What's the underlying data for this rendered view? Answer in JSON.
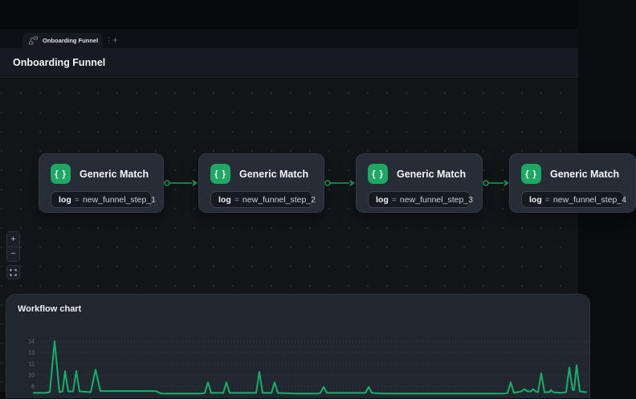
{
  "tab_bar": {
    "tabs": [
      {
        "label": "Onboarding Funnel",
        "icon": "workflow-icon",
        "menu_icon": "kebab-menu-icon",
        "menu_glyph": "⋮"
      }
    ],
    "new_tab_label": "+"
  },
  "header": {
    "title": "Onboarding Funnel"
  },
  "canvas": {
    "nodes": [
      {
        "title": "Generic Match",
        "icon": "braces-icon",
        "icon_glyph": "{ }",
        "param": {
          "key": "log",
          "op": "=",
          "value": "new_funnel_step_1"
        }
      },
      {
        "title": "Generic Match",
        "icon": "braces-icon",
        "icon_glyph": "{ }",
        "param": {
          "key": "log",
          "op": "=",
          "value": "new_funnel_step_2"
        }
      },
      {
        "title": "Generic Match",
        "icon": "braces-icon",
        "icon_glyph": "{ }",
        "param": {
          "key": "log",
          "op": "=",
          "value": "new_funnel_step_3"
        }
      },
      {
        "title": "Generic Match",
        "icon": "braces-icon",
        "icon_glyph": "{ }",
        "param": {
          "key": "log",
          "op": "=",
          "value": "new_funnel_step_4"
        }
      }
    ],
    "zoom_controls": {
      "zoom_in": "+",
      "zoom_out": "−",
      "fit_view_icon": "fit-view-icon"
    },
    "edge_color": "#1fa863"
  },
  "chart_panel": {
    "title": "Workflow chart",
    "chart_data": {
      "type": "line",
      "title": "Workflow chart",
      "line_color": "#17b06b",
      "grid_color": "#3a424d",
      "tick_label_color": "#6c7682",
      "grid": true,
      "legend": false,
      "y_ticks": [
        {
          "label": "14",
          "value": 14,
          "y": 58
        },
        {
          "label": "13",
          "value": 12.5,
          "y": 72
        },
        {
          "label": "11",
          "value": 11,
          "y": 86
        },
        {
          "label": "10",
          "value": 9.5,
          "y": 100
        },
        {
          "label": "8",
          "value": 8,
          "y": 114
        }
      ],
      "ylim_visible": [
        7.1,
        14
      ],
      "points": [
        [
          34,
          7.1
        ],
        [
          48,
          7.1
        ],
        [
          54,
          7.2
        ],
        [
          60,
          14
        ],
        [
          66,
          7.2
        ],
        [
          70,
          7.3
        ],
        [
          73,
          10
        ],
        [
          77,
          7.3
        ],
        [
          83,
          7.3
        ],
        [
          87,
          10
        ],
        [
          91,
          7.3
        ],
        [
          105,
          7.2
        ],
        [
          111,
          10.2
        ],
        [
          117,
          7.35
        ],
        [
          124,
          7.35
        ],
        [
          186,
          7.35
        ],
        [
          193,
          7.0
        ],
        [
          243,
          7.0
        ],
        [
          247,
          7.1
        ],
        [
          251,
          8.5
        ],
        [
          255,
          7.1
        ],
        [
          270,
          7.1
        ],
        [
          274,
          8.5
        ],
        [
          278,
          7.1
        ],
        [
          311,
          7.1
        ],
        [
          315,
          9.9
        ],
        [
          319,
          7.1
        ],
        [
          330,
          7.1
        ],
        [
          334,
          8.5
        ],
        [
          338,
          7.1
        ],
        [
          360,
          7.0
        ],
        [
          388,
          7.0
        ],
        [
          391,
          7.1
        ],
        [
          395,
          7.9
        ],
        [
          399,
          7.1
        ],
        [
          447,
          7.1
        ],
        [
          451,
          7.9
        ],
        [
          455,
          7.1
        ],
        [
          470,
          7.0
        ],
        [
          620,
          7.0
        ],
        [
          624,
          7.1
        ],
        [
          628,
          8.5
        ],
        [
          632,
          7.1
        ],
        [
          641,
          7.3
        ],
        [
          645,
          7.6
        ],
        [
          649,
          7.3
        ],
        [
          653,
          7.3
        ],
        [
          656,
          7.6
        ],
        [
          659,
          7.3
        ],
        [
          662,
          7.2
        ],
        [
          666,
          9.7
        ],
        [
          670,
          7.2
        ],
        [
          676,
          7.2
        ],
        [
          678,
          7.5
        ],
        [
          681,
          7.2
        ],
        [
          690,
          7.1
        ],
        [
          697,
          7.2
        ],
        [
          701,
          10.5
        ],
        [
          705,
          7.5
        ],
        [
          707,
          7.5
        ],
        [
          710,
          10.8
        ],
        [
          714,
          7.3
        ],
        [
          722,
          7.2
        ]
      ]
    }
  }
}
